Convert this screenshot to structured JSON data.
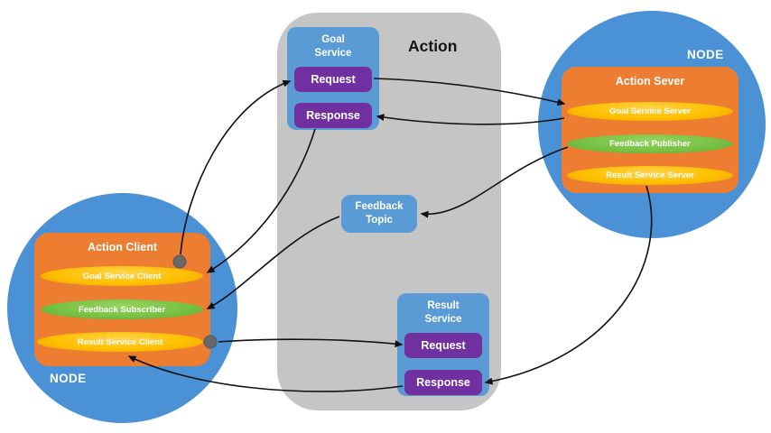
{
  "panel": {
    "title": "Action"
  },
  "goal_service": {
    "title": "Goal Service",
    "request_label": "Request",
    "response_label": "Response"
  },
  "feedback_topic": {
    "title": "Feedback Topic"
  },
  "result_service": {
    "title": "Result Service",
    "request_label": "Request",
    "response_label": "Response"
  },
  "server_node": {
    "label": "NODE",
    "title": "Action Sever",
    "pills": [
      {
        "label": "Goal Service Server",
        "color": "#ffc000"
      },
      {
        "label": "Feedback Publisher",
        "color": "#76c043"
      },
      {
        "label": "Result Service Server",
        "color": "#ffc000"
      }
    ]
  },
  "client_node": {
    "label": "NODE",
    "title": "Action Client",
    "pills": [
      {
        "label": "Goal Service Client",
        "color": "#ffc000"
      },
      {
        "label": "Feedback Subscriber",
        "color": "#76c043"
      },
      {
        "label": "Result Service Client",
        "color": "#ffc000"
      }
    ]
  },
  "edges": [
    {
      "from": "Goal Service Client",
      "to": "Goal Service Request"
    },
    {
      "from": "Goal Service Request",
      "to": "Goal Service Server"
    },
    {
      "from": "Goal Service Server",
      "to": "Goal Service Response"
    },
    {
      "from": "Goal Service Response",
      "to": "Goal Service Client"
    },
    {
      "from": "Feedback Publisher",
      "to": "Feedback Topic"
    },
    {
      "from": "Feedback Topic",
      "to": "Feedback Subscriber"
    },
    {
      "from": "Result Service Client",
      "to": "Result Service Request"
    },
    {
      "from": "Result Service Server",
      "to": "Result Service Response"
    },
    {
      "from": "Result Service Response",
      "to": "Result Service Client"
    }
  ],
  "colors": {
    "background": "#ffffff",
    "panel_gray": "#c5c5c5",
    "node_blue": "#4a91d6",
    "service_blue": "#5b9bd5",
    "request_purple": "#7030a0",
    "server_orange": "#ed7d31",
    "pill_yellow": "#ffc000",
    "pill_green": "#76c043",
    "arrow_black": "#111111",
    "dot_gray": "#696969"
  }
}
